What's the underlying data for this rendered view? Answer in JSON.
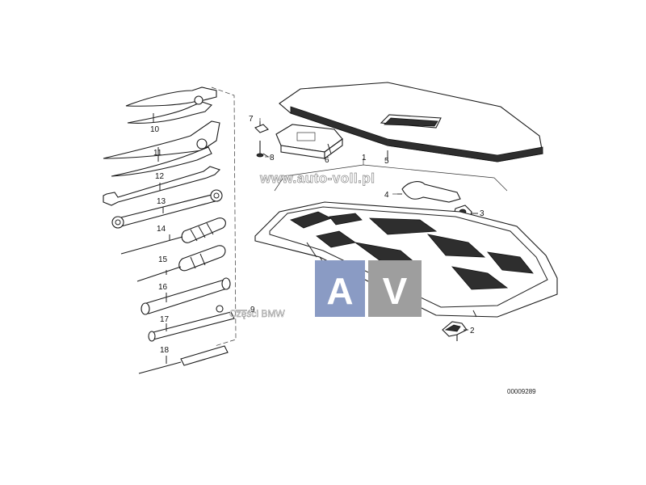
{
  "diagram": {
    "reference_code": "00009289",
    "callouts": [
      "1",
      "2",
      "3",
      "4",
      "5",
      "6",
      "7",
      "8",
      "9",
      "10",
      "11",
      "12",
      "13",
      "14",
      "15",
      "16",
      "17",
      "18"
    ],
    "watermark": {
      "url": "www.auto-voll.pl",
      "parts_text": "Części BMW",
      "logo_letters": [
        "A",
        "V"
      ],
      "logo_colors": [
        "#8a9bc4",
        "#9e9e9e"
      ]
    }
  }
}
